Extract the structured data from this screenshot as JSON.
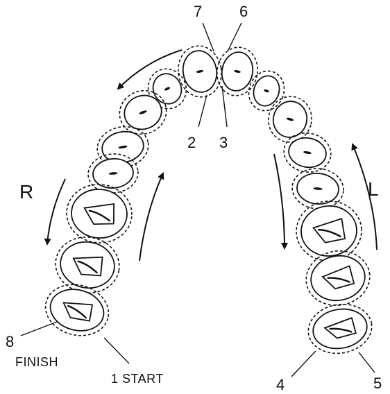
{
  "diagram": {
    "labels": {
      "num_1_start": "1 START",
      "num_2": "2",
      "num_3": "3",
      "num_4": "4",
      "num_5": "5",
      "num_6": "6",
      "num_7": "7",
      "num_8": "8",
      "finish": "FINISH",
      "side_right": "R",
      "side_left": "L"
    },
    "colors": {
      "ink": "#111111",
      "paper": "#ffffff"
    }
  }
}
